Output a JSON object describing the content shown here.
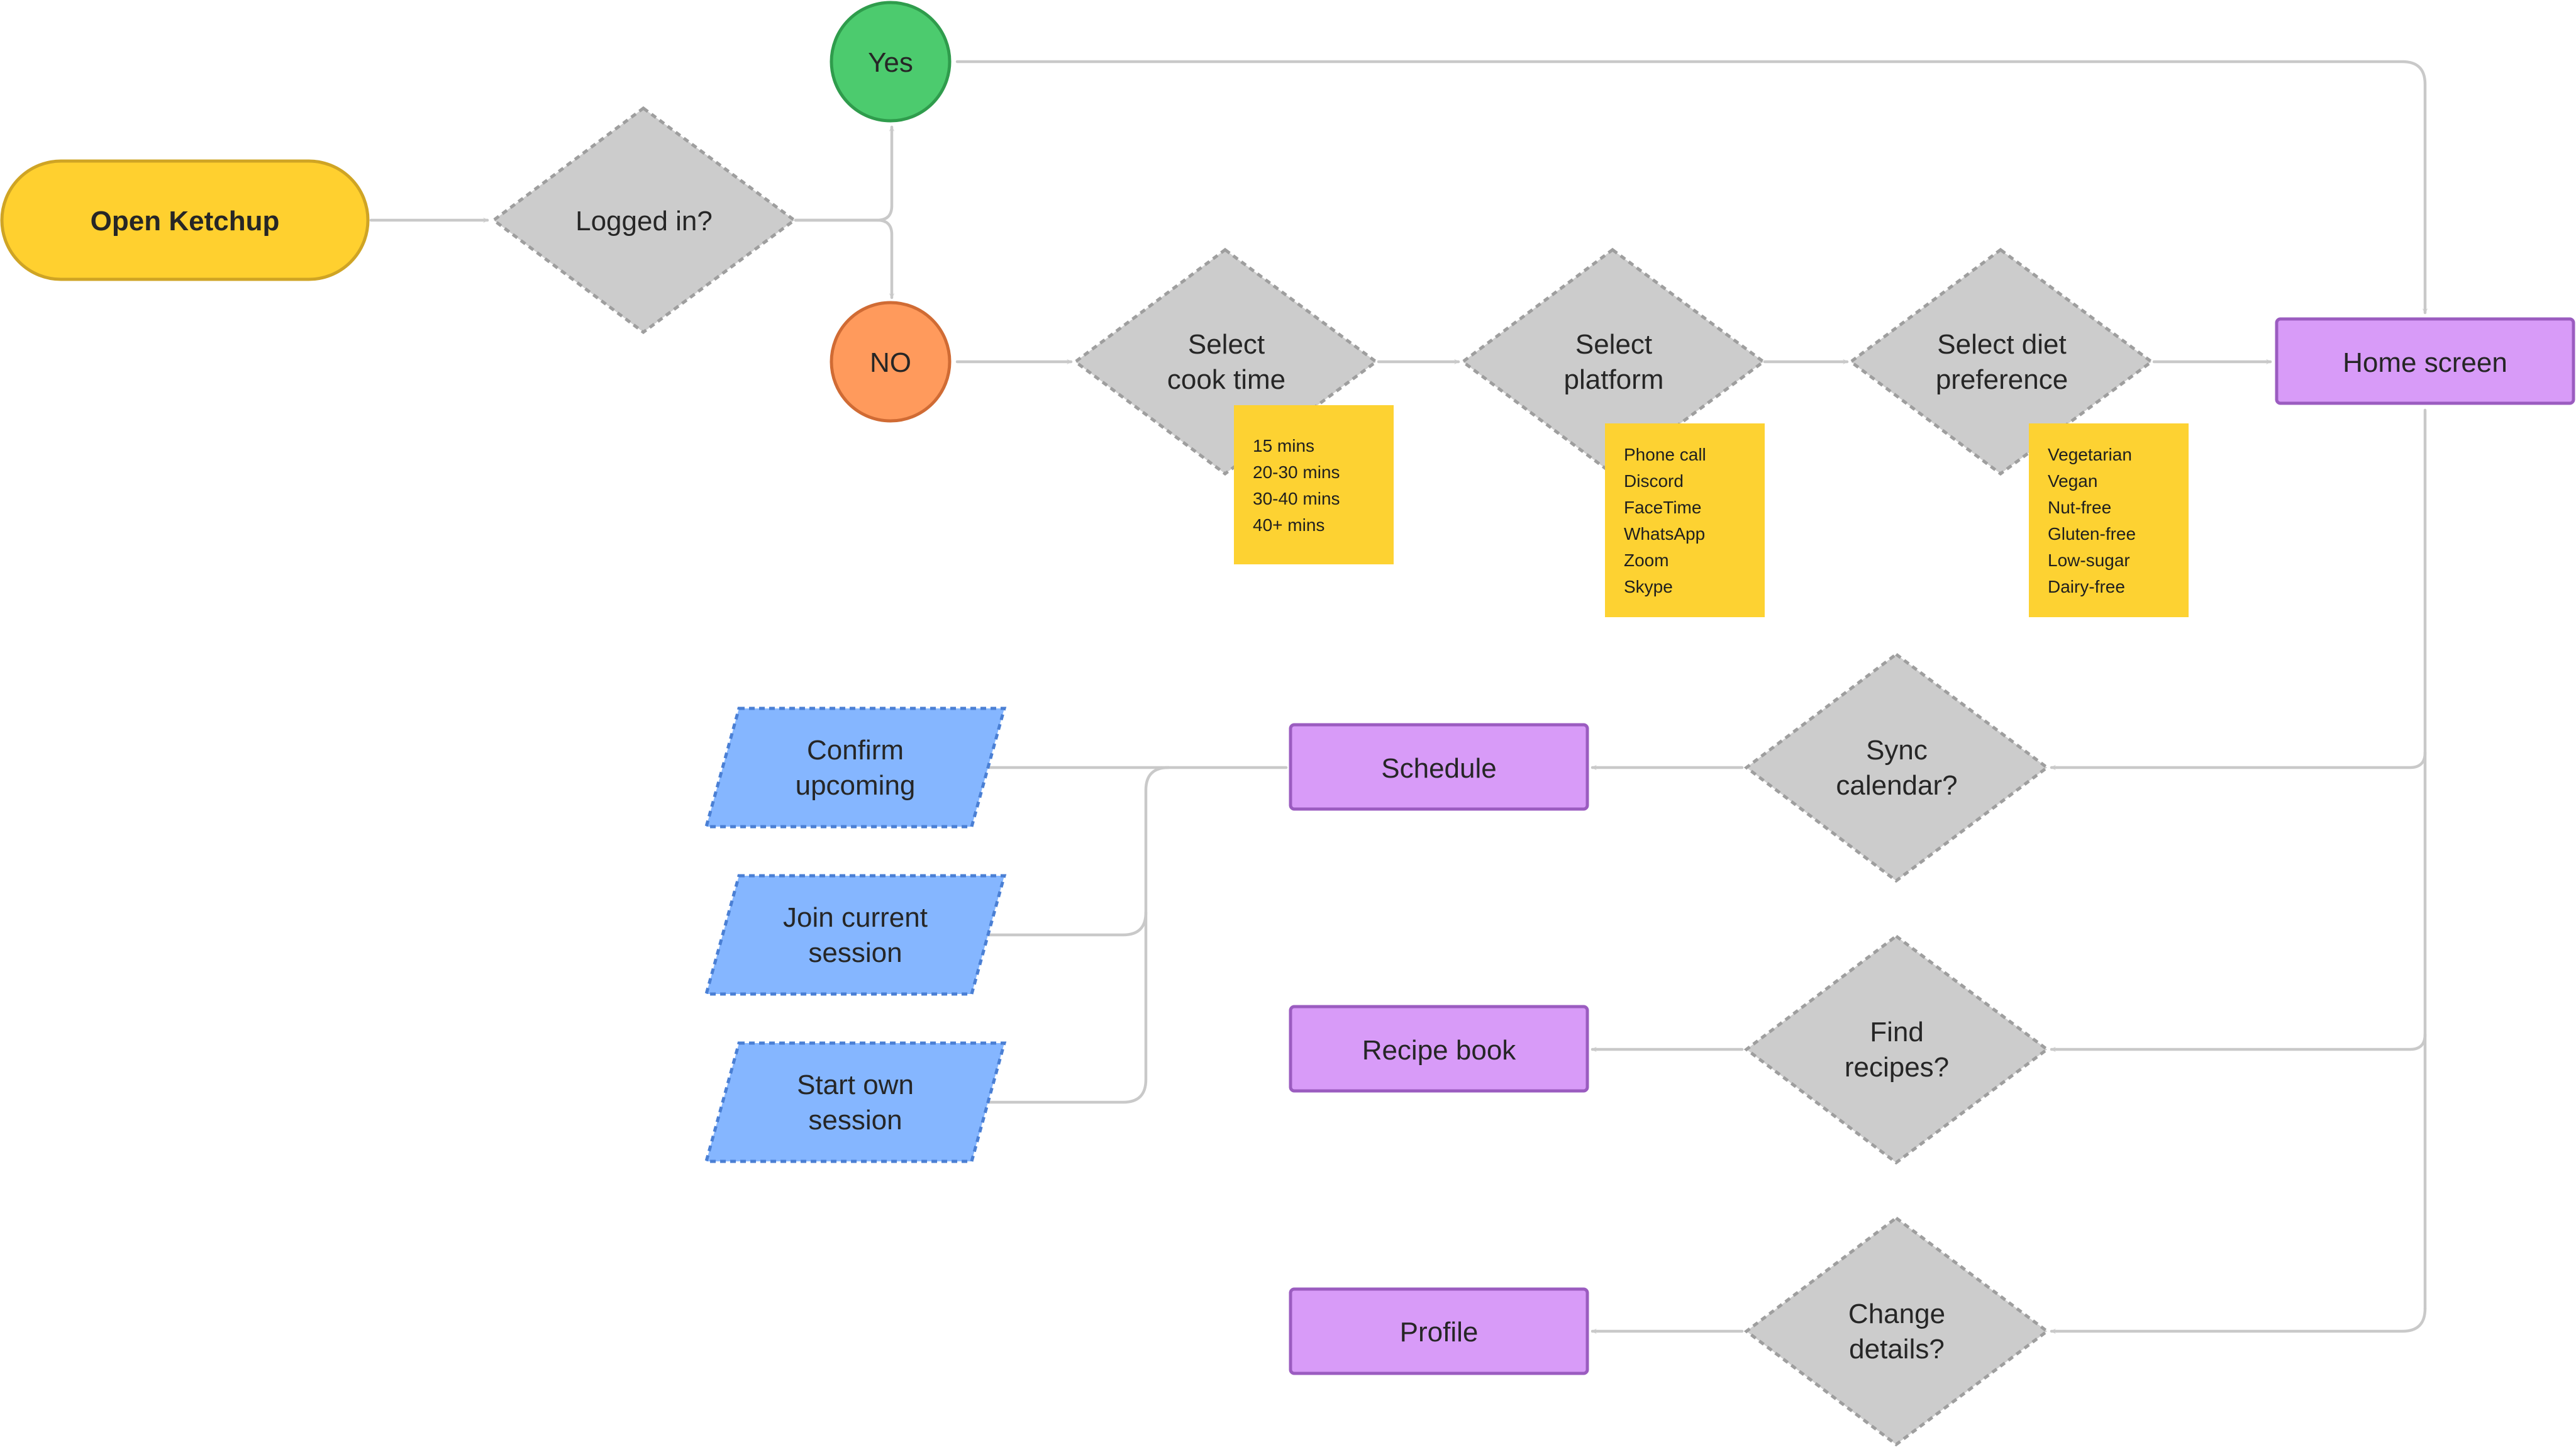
{
  "nodes": {
    "open": "Open Ketchup",
    "logged_in": [
      "Logged in?"
    ],
    "yes": "Yes",
    "no": "NO",
    "cook_time": [
      "Select",
      "cook time"
    ],
    "platform": [
      "Select",
      "platform"
    ],
    "diet": [
      "Select diet",
      "preference"
    ],
    "home": "Home screen",
    "sync": [
      "Sync",
      "calendar?"
    ],
    "schedule": "Schedule",
    "confirm": [
      "Confirm",
      "upcoming"
    ],
    "join": [
      "Join current",
      "session"
    ],
    "start": [
      "Start own",
      "session"
    ],
    "find": [
      "Find",
      "recipes?"
    ],
    "recipe_book": "Recipe book",
    "change": [
      "Change",
      "details?"
    ],
    "profile": "Profile"
  },
  "notes": {
    "cook_time": [
      "15 mins",
      "20-30 mins",
      "30-40 mins",
      "40+ mins"
    ],
    "platform": [
      "Phone call",
      "Discord",
      "FaceTime",
      "WhatsApp",
      "Zoom",
      "Skype"
    ],
    "diet": [
      "Vegetarian",
      "Vegan",
      "Nut-free",
      "Gluten-free",
      "Low-sugar",
      "Dairy-free"
    ]
  },
  "colors": {
    "terminal": "#ffd02f",
    "decision": "#cccccc",
    "yes": "#4ccb6e",
    "no": "#ff9a5c",
    "screen": "#d89bf8",
    "action": "#85b6ff",
    "sticky_note": "#fdd232",
    "connector": "#c9c9c9"
  }
}
